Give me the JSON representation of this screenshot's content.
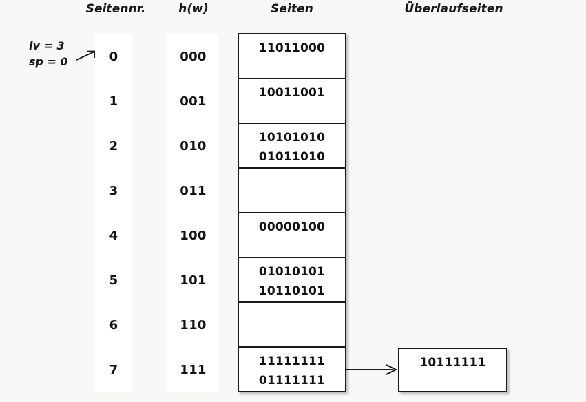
{
  "headers": {
    "seitennr": "Seitennr.",
    "hw": "h(w)",
    "seiten": "Seiten",
    "ueberlaufseiten": "Überlaufseiten"
  },
  "annotation": {
    "lv": "lv = 3",
    "sp": "sp = 0",
    "arrow_icon": "arrow-right-icon"
  },
  "rows": [
    {
      "index": "0",
      "hash": "000",
      "entries": [
        "11011000"
      ]
    },
    {
      "index": "1",
      "hash": "001",
      "entries": [
        "10011001"
      ]
    },
    {
      "index": "2",
      "hash": "010",
      "entries": [
        "10101010",
        "01011010"
      ]
    },
    {
      "index": "3",
      "hash": "011",
      "entries": []
    },
    {
      "index": "4",
      "hash": "100",
      "entries": [
        "00000100"
      ]
    },
    {
      "index": "5",
      "hash": "101",
      "entries": [
        "01010101",
        "10110101"
      ]
    },
    {
      "index": "6",
      "hash": "110",
      "entries": []
    },
    {
      "index": "7",
      "hash": "111",
      "entries": [
        "11111111",
        "01111111"
      ]
    }
  ],
  "overflow": {
    "from_row": "7",
    "arrow_icon": "arrow-right-icon",
    "entries": [
      "10111111"
    ]
  },
  "colors": {
    "background": "#f8f8f7",
    "cell_background": "#ffffff",
    "border": "#1a1a1a",
    "text": "#121212"
  }
}
